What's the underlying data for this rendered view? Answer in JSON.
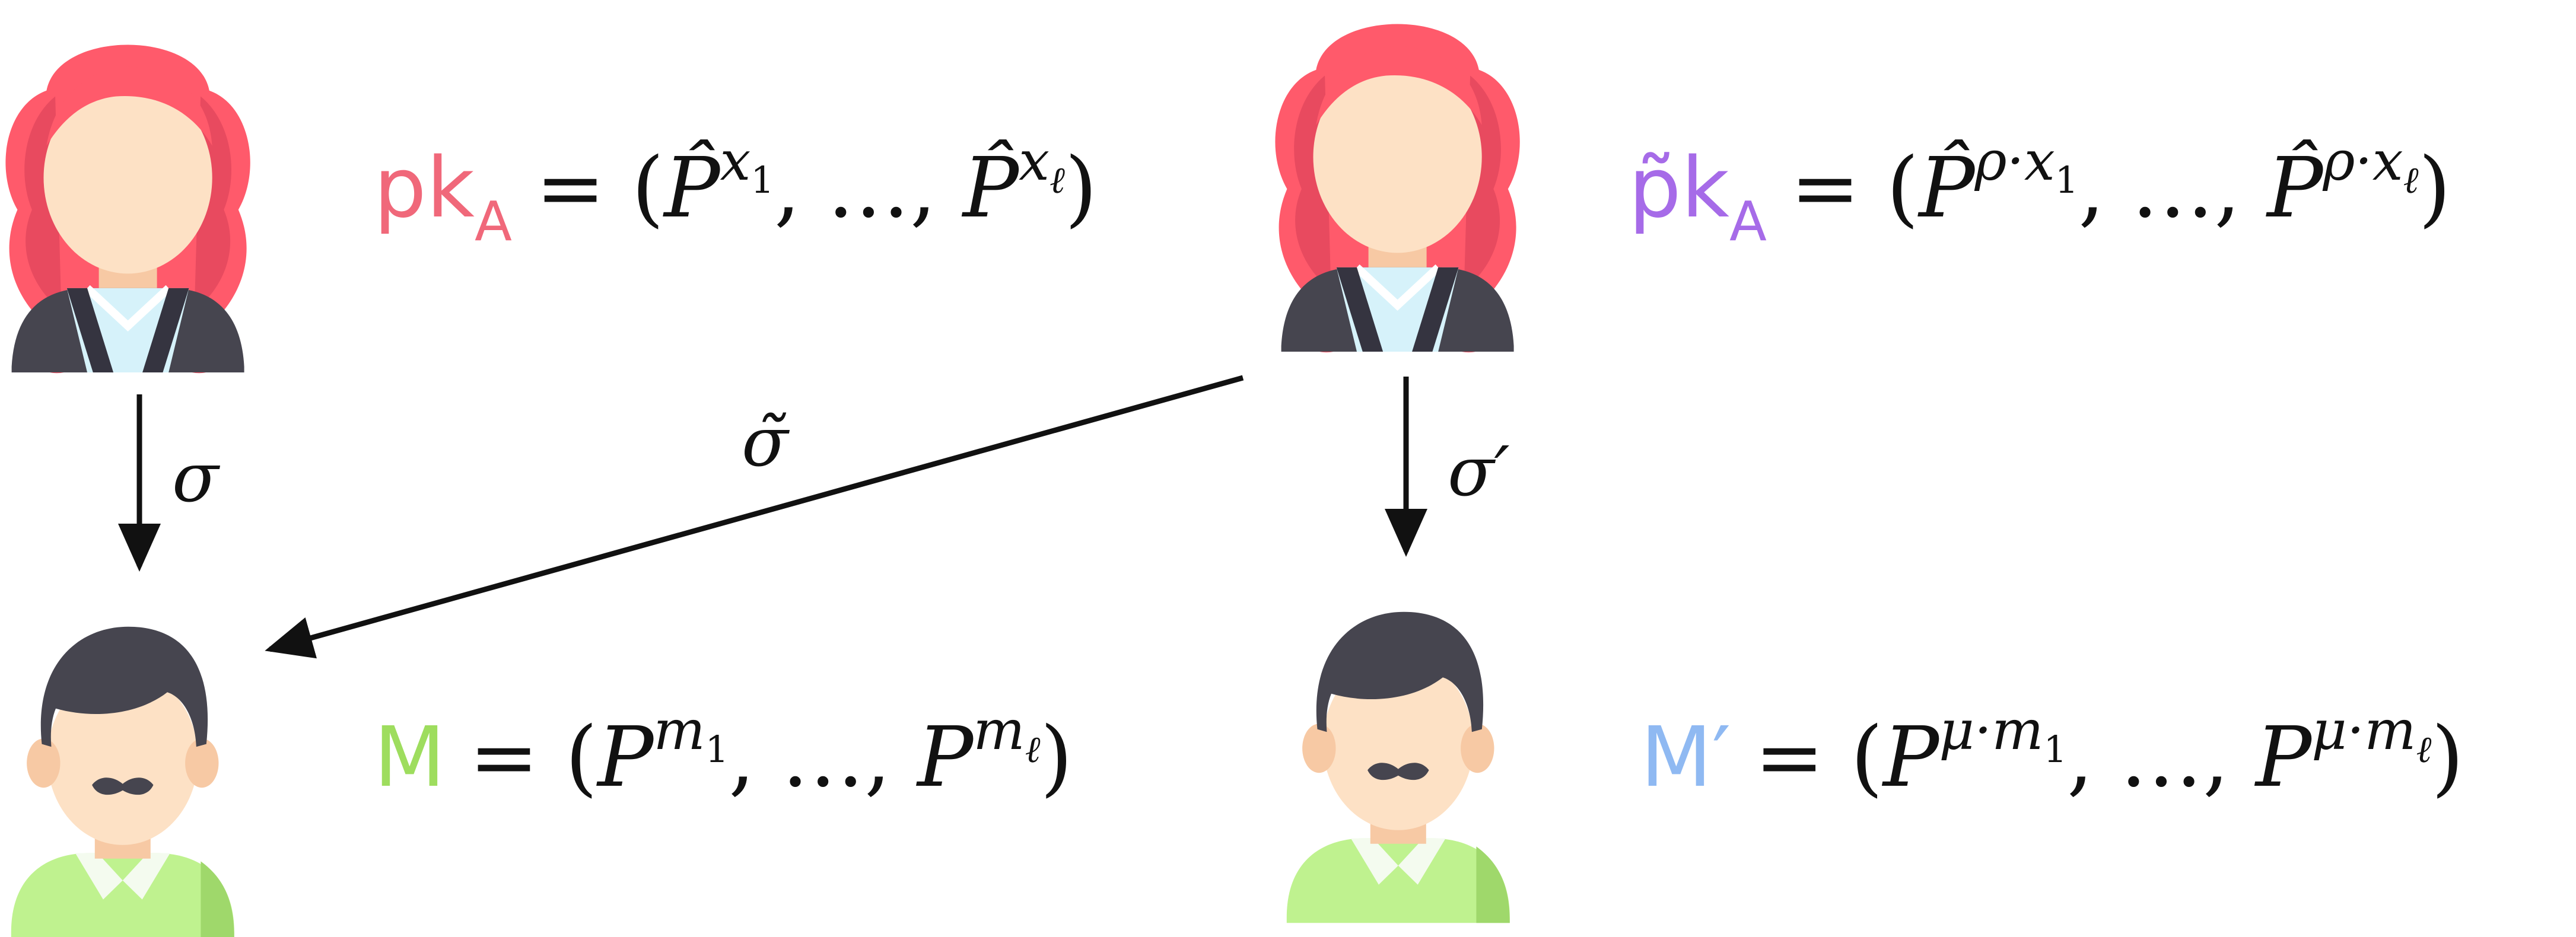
{
  "colors": {
    "alice_hair": "#FF5A6B",
    "alice_hair_shadow": "#E84A5F",
    "skin": "#FDE1C5",
    "skin_shadow": "#F7C9A4",
    "alice_shirt": "#D6F2FA",
    "alice_jacket": "#46454F",
    "bob_hair": "#46454F",
    "bob_shirt": "#BFF28F",
    "bob_shirt_shadow": "#9FD86B",
    "bob_collar": "#F4FBEF",
    "mustache": "#46454F",
    "pk_color": "#F0687A",
    "pk_tilde_color": "#A66BE8",
    "M_color": "#9EDD5E",
    "M_prime_color": "#8FB9F2",
    "arrow": "#111111"
  },
  "icons": {
    "alice_top_left": "woman-avatar-icon",
    "alice_top_right": "woman-avatar-icon",
    "bob_bottom_left": "man-avatar-icon",
    "bob_bottom_right": "man-avatar-icon"
  },
  "labels": {
    "sigma": "σ",
    "sigma_tilde": "σ̃",
    "sigma_prime": "σ′",
    "pk_a": {
      "name": "pk",
      "subscript": "A",
      "equals": "= (",
      "base": "P̂",
      "exp1": "x",
      "exp1_sub": "1",
      "sep": ", …, ",
      "exp2": "x",
      "exp2_sub": "ℓ",
      "close": ")"
    },
    "pk_tilde_a": {
      "name": "p̃k",
      "subscript": "A",
      "equals": "= (",
      "base": "P̂",
      "exp1": "ρ·x",
      "exp1_sub": "1",
      "sep": ", …, ",
      "exp2": "ρ·x",
      "exp2_sub": "ℓ",
      "close": ")"
    },
    "m": {
      "name": "M",
      "equals": "= (",
      "base": "P",
      "exp1": "m",
      "exp1_sub": "1",
      "sep": ", …, ",
      "exp2": "m",
      "exp2_sub": "ℓ",
      "close": ")"
    },
    "m_prime": {
      "name": "M′",
      "equals": "= (",
      "base": "P",
      "exp1": "μ·m",
      "exp1_sub": "1",
      "sep": ", …, ",
      "exp2": "μ·m",
      "exp2_sub": "ℓ",
      "close": ")"
    }
  }
}
